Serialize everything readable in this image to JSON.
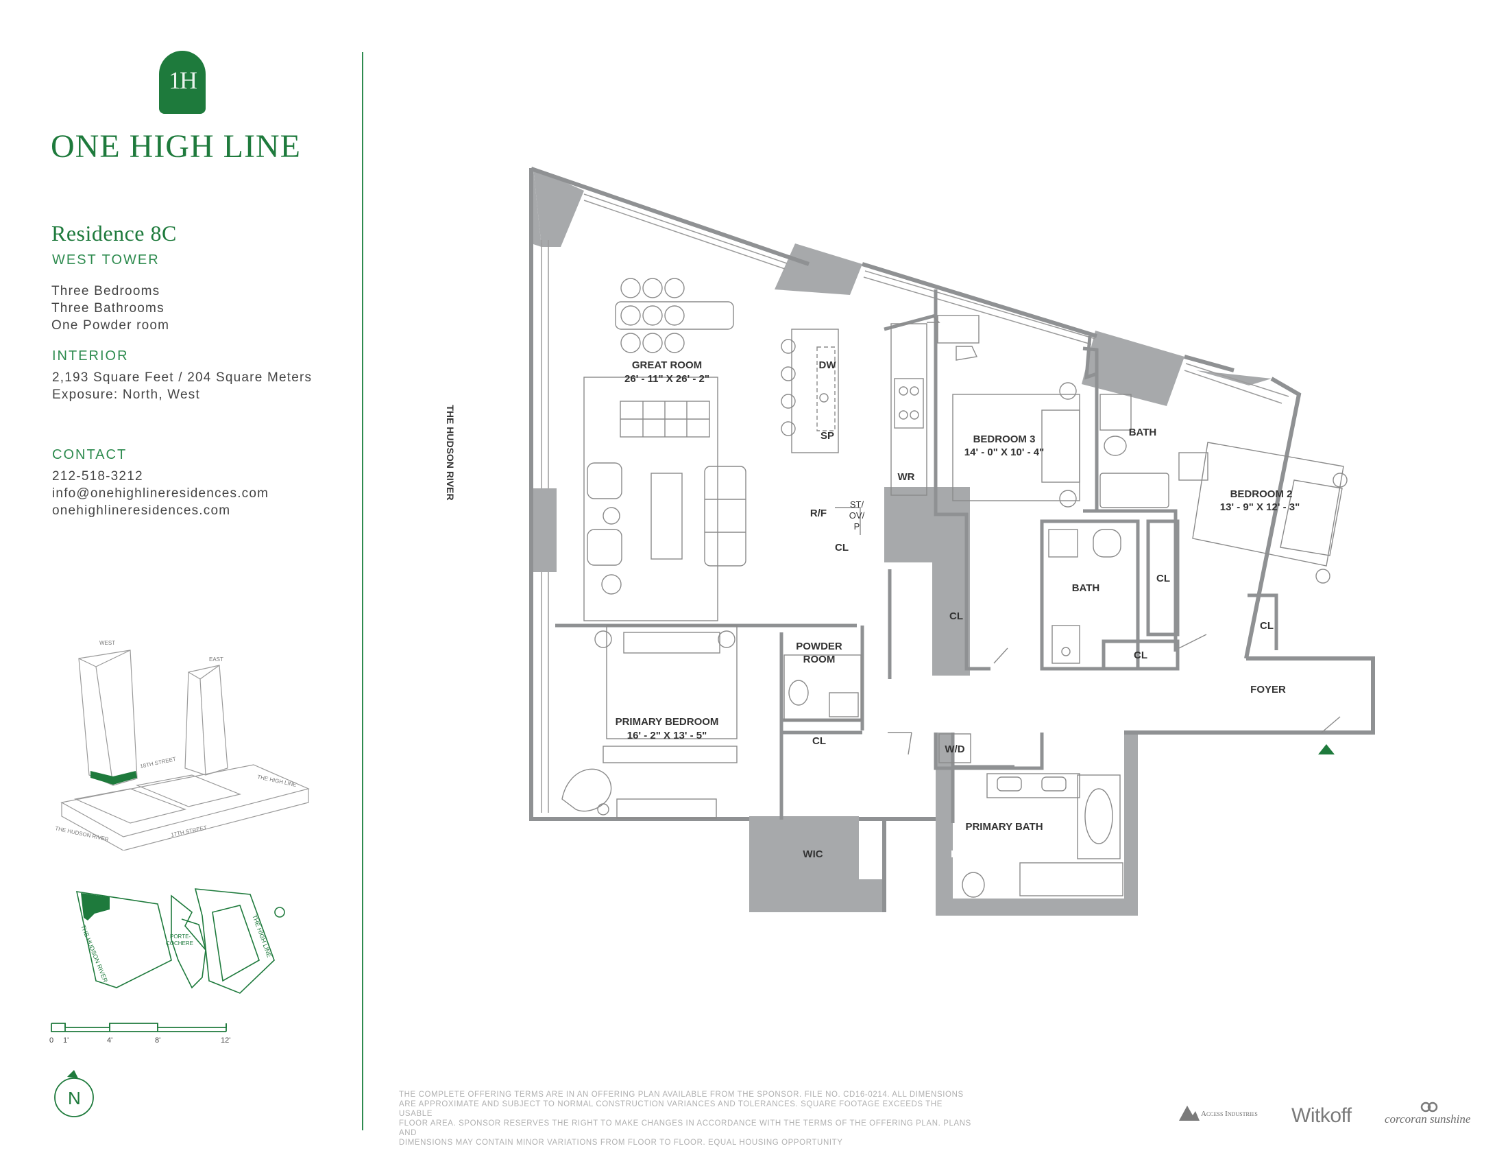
{
  "brand": {
    "logo_initials": "1H",
    "name": "ONE HIGH LINE"
  },
  "residence": {
    "title": "Residence 8C",
    "tower": "WEST TOWER",
    "features": [
      "Three Bedrooms",
      "Three Bathrooms",
      "One Powder room"
    ]
  },
  "interior": {
    "heading": "INTERIOR",
    "area": "2,193 Square Feet / 204 Square Meters",
    "exposure": "Exposure: North, West"
  },
  "contact": {
    "heading": "CONTACT",
    "phone": "212-518-3212",
    "email": "info@onehighlineresidences.com",
    "website": "onehighlineresidences.com"
  },
  "context_map": {
    "west": "WEST",
    "east": "EAST",
    "street_18": "18TH STREET",
    "street_17": "17TH STREET",
    "high_line": "THE HIGH LINE",
    "hudson": "THE HUDSON RIVER"
  },
  "site_plan": {
    "hudson": "THE HUDSON RIVER",
    "porte_cochere_1": "PORTE-",
    "porte_cochere_2": "COCHERE",
    "high_line": "THE HIGH LINE"
  },
  "scale_bar": {
    "labels": [
      "0",
      "1'",
      "4'",
      "8'",
      "12'"
    ]
  },
  "compass": {
    "label": "N"
  },
  "floor_plan": {
    "river_label": "THE HUDSON RIVER",
    "rooms": {
      "great_room": {
        "name": "GREAT ROOM",
        "dims": "26' - 11\" X 26' - 2\""
      },
      "bedroom_3": {
        "name": "BEDROOM 3",
        "dims": "14' - 0\" X 10' - 4\""
      },
      "bedroom_2": {
        "name": "BEDROOM 2",
        "dims": "13' - 9\" X 12' - 3\""
      },
      "primary_bedroom": {
        "name": "PRIMARY BEDROOM",
        "dims": "16' - 2\" X 13' - 5\""
      },
      "bath_a": "BATH",
      "bath_b": "BATH",
      "powder_1": "POWDER",
      "powder_2": "ROOM",
      "primary_bath": "PRIMARY BATH",
      "foyer": "FOYER",
      "wic": "WIC",
      "wd": "W/D",
      "wr": "WR",
      "dw": "DW",
      "sp": "SP",
      "rf": "R/F",
      "st1": "ST/",
      "st2": "OV/",
      "st3": "P",
      "cl": "CL"
    }
  },
  "disclaimer": [
    "THE COMPLETE OFFERING TERMS ARE IN AN OFFERING PLAN AVAILABLE FROM THE SPONSOR. FILE NO. CD16-0214. ALL DIMENSIONS",
    "ARE APPROXIMATE AND SUBJECT TO NORMAL CONSTRUCTION VARIANCES AND TOLERANCES. SQUARE FOOTAGE EXCEEDS THE USABLE",
    "FLOOR AREA. SPONSOR RESERVES THE RIGHT TO MAKE CHANGES IN ACCORDANCE WITH THE TERMS OF THE OFFERING PLAN. PLANS AND",
    "DIMENSIONS MAY CONTAIN MINOR VARIATIONS FROM FLOOR TO FLOOR. EQUAL HOUSING OPPORTUNITY"
  ],
  "partners": [
    "Access Industries",
    "Witkoff",
    "corcoran sunshine"
  ],
  "colors": {
    "brand_green": "#1e7a3c",
    "wall_gray": "#a7a9ab",
    "line_gray": "#9b9b9b"
  }
}
